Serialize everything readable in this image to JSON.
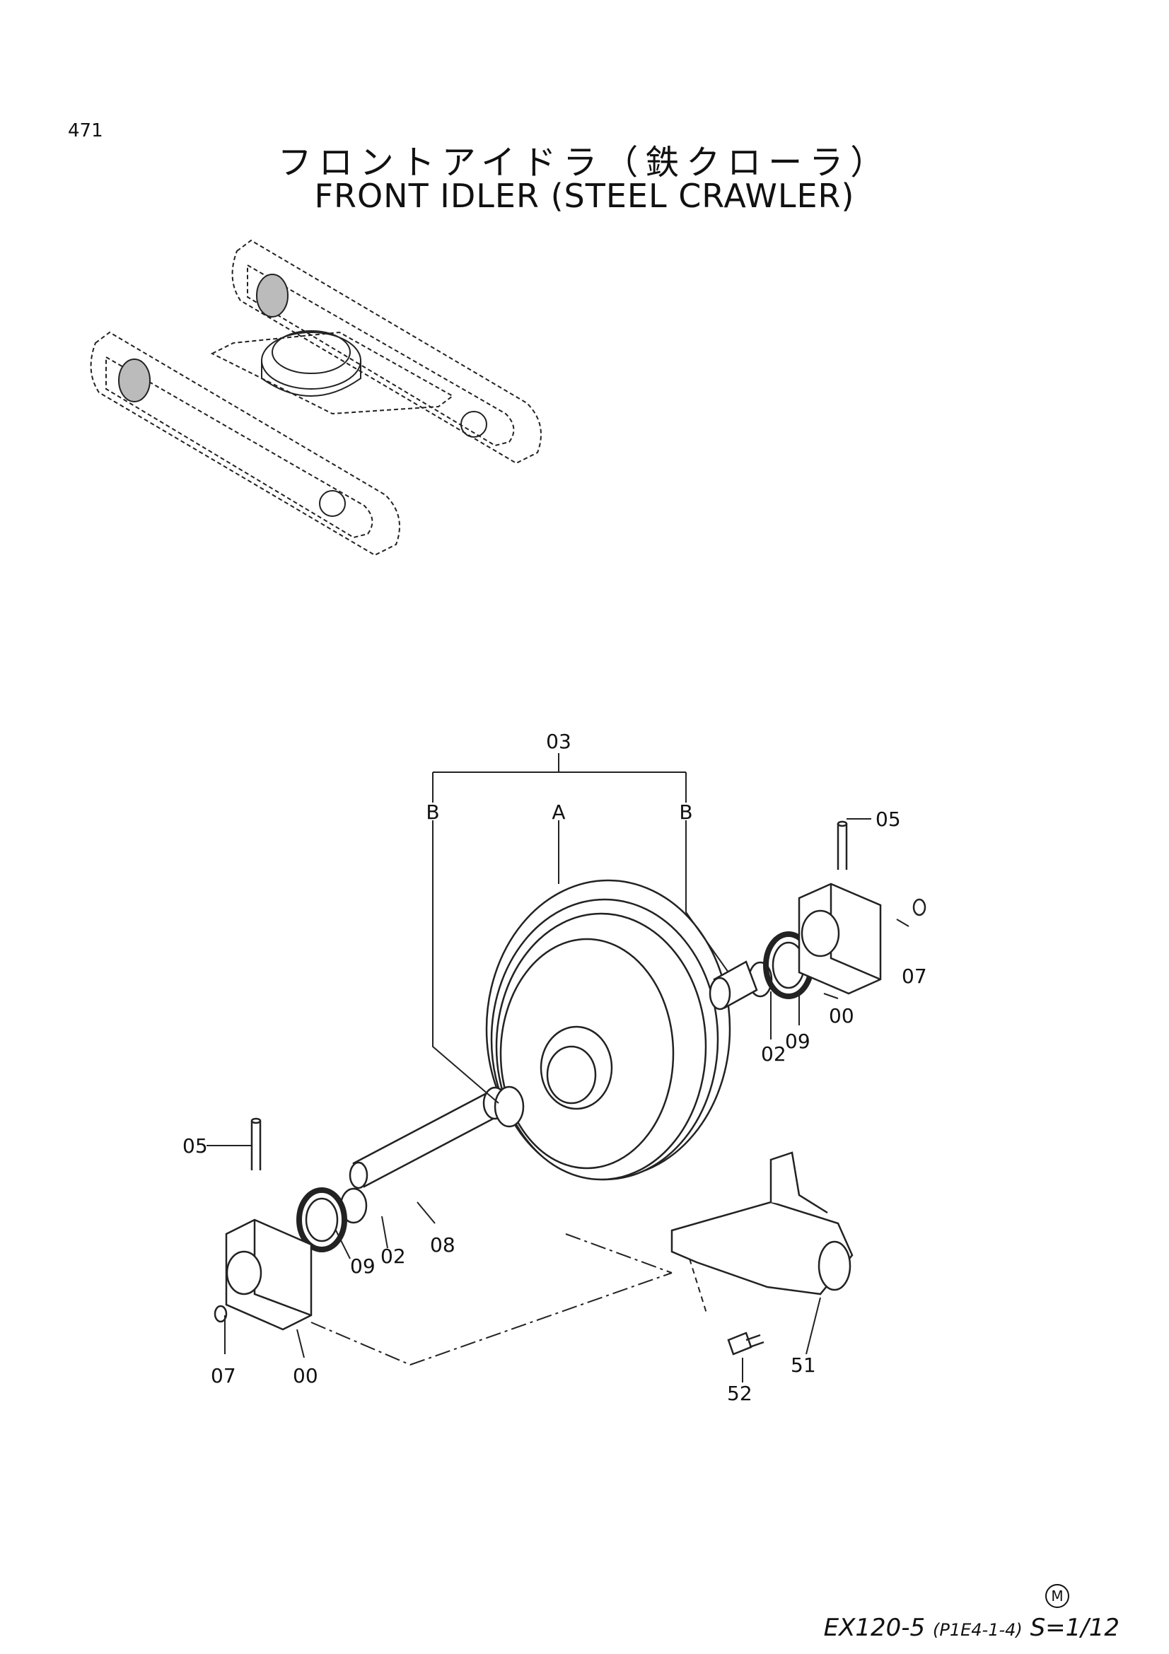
{
  "page": {
    "number": "471",
    "title_ja": "フロントアイドラ（鉄クローラ）",
    "title_en": "FRONT IDLER (STEEL CRAWLER)"
  },
  "callouts": {
    "c03": "03",
    "cA": "A",
    "cB_left": "B",
    "cB_right": "B",
    "c05_right": "05",
    "c07_right": "07",
    "c00_right": "00",
    "c02_right": "02",
    "c09_right": "09",
    "c05_left": "05",
    "c08": "08",
    "c09_left": "09",
    "c02_left": "02",
    "c07_left": "07",
    "c00_left": "00",
    "c51": "51",
    "c52": "52"
  },
  "footer": {
    "mark": "M",
    "model": "EX120-5",
    "code": "(P1E4-1-4)",
    "scale": "S=1/12"
  }
}
